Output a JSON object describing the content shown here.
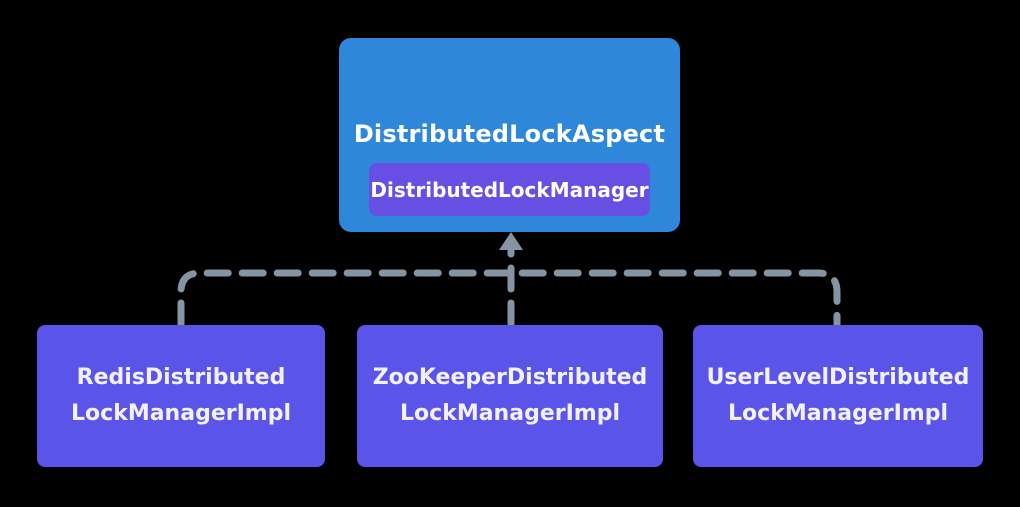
{
  "diagram": {
    "aspect": {
      "title": "DistributedLockAspect",
      "manager_label": "DistributedLockManager"
    },
    "impl_boxes": [
      {
        "line1": "RedisDistributed",
        "line2": "LockManagerImpl"
      },
      {
        "line1": "ZooKeeperDistributed",
        "line2": "LockManagerImpl"
      },
      {
        "line1": "UserLevelDistributed",
        "line2": "LockManagerImpl"
      }
    ],
    "colors": {
      "background": "#000000",
      "aspect_box": "#2e87d8",
      "manager_box": "#684fe4",
      "impl_box": "#5b54e8",
      "connector": "#8494a3",
      "text": "#ffffff"
    }
  }
}
